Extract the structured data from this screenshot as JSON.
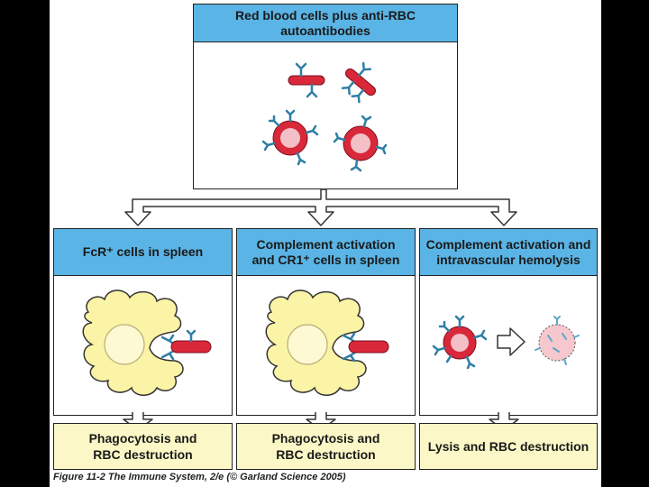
{
  "top_box": {
    "title": "Red blood cells plus anti-RBC\nautoantibodies"
  },
  "panels": [
    {
      "title": "FcR⁺ cells in spleen",
      "outcome": "Phagocytosis and\nRBC destruction"
    },
    {
      "title": "Complement activation\nand CR1⁺ cells in spleen",
      "outcome": "Phagocytosis and\nRBC destruction"
    },
    {
      "title": "Complement activation and\nintravascular hemolysis",
      "outcome": "Lysis and RBC destruction"
    }
  ],
  "caption": "Figure 11-2 The Immune System, 2/e (© Garland Science 2005)",
  "colors": {
    "header_blue": "#5ab4e5",
    "outcome_yellow": "#fbf7c6",
    "rbc_red": "#d9283a",
    "rbc_pale": "#f2c0c6",
    "macrophage_yellow": "#fbf3a6",
    "antibody_blue": "#2e7fa6"
  }
}
